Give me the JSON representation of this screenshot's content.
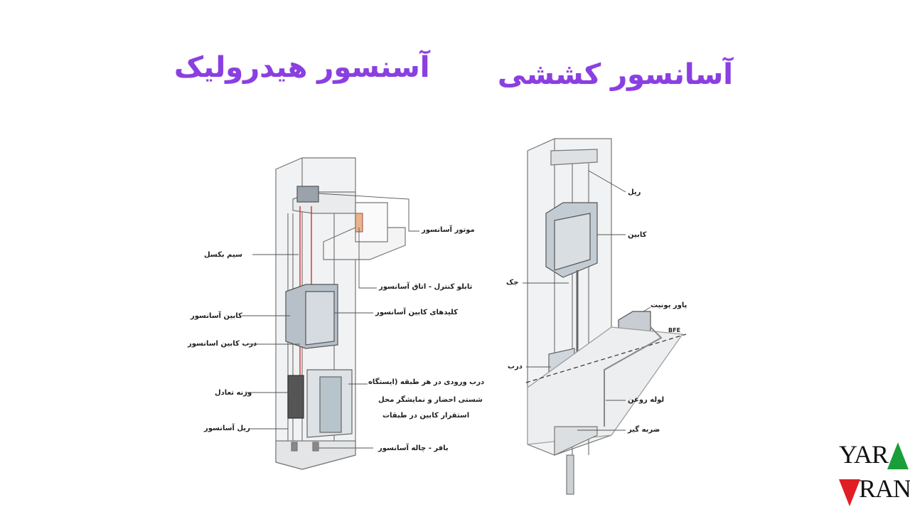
{
  "titles": {
    "traction": "آسانسور کششی",
    "hydraulic": "آسنسور هیدرولیک"
  },
  "traction_labels": {
    "motor": "موتور آسانسور",
    "rope": "سیم بکسل",
    "control": "تابلو کنترل - اتاق آسانسور",
    "cabin": "کابین آسانسور",
    "buttons": "کلیدهای کابین آسانسور",
    "cabin_door": "درب کابین اسانسور",
    "landing_door": "درب ورودی در هر طبقه (ایستگاه",
    "landing_door_2": "شستی احضار و نمایشگر محل",
    "landing_door_3": "استقرار کابین در طبقات",
    "counterweight": "وزنه تعادل",
    "rail": "ریل آسانسور",
    "buffer": "بافر - چاله آسانسور"
  },
  "hydraulic_labels": {
    "rail": "ریل",
    "cabin": "کابین",
    "jack": "جک",
    "power_unit": "پاور یونیت",
    "bfe": "BFE",
    "door": "درب",
    "oil_pipe": "لوله روغن",
    "shock": "ضربه گیر"
  },
  "logo": {
    "top": "YAR",
    "bottom": "RAN",
    "colors": {
      "up": "#1a9e3a",
      "down": "#e01e24"
    }
  }
}
